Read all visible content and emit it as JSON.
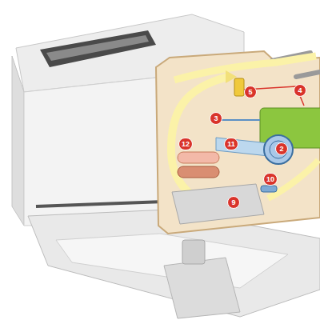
{
  "diagram": {
    "labels": [
      "5",
      "4",
      "3",
      "12",
      "11",
      "2",
      "10",
      "9"
    ]
  }
}
